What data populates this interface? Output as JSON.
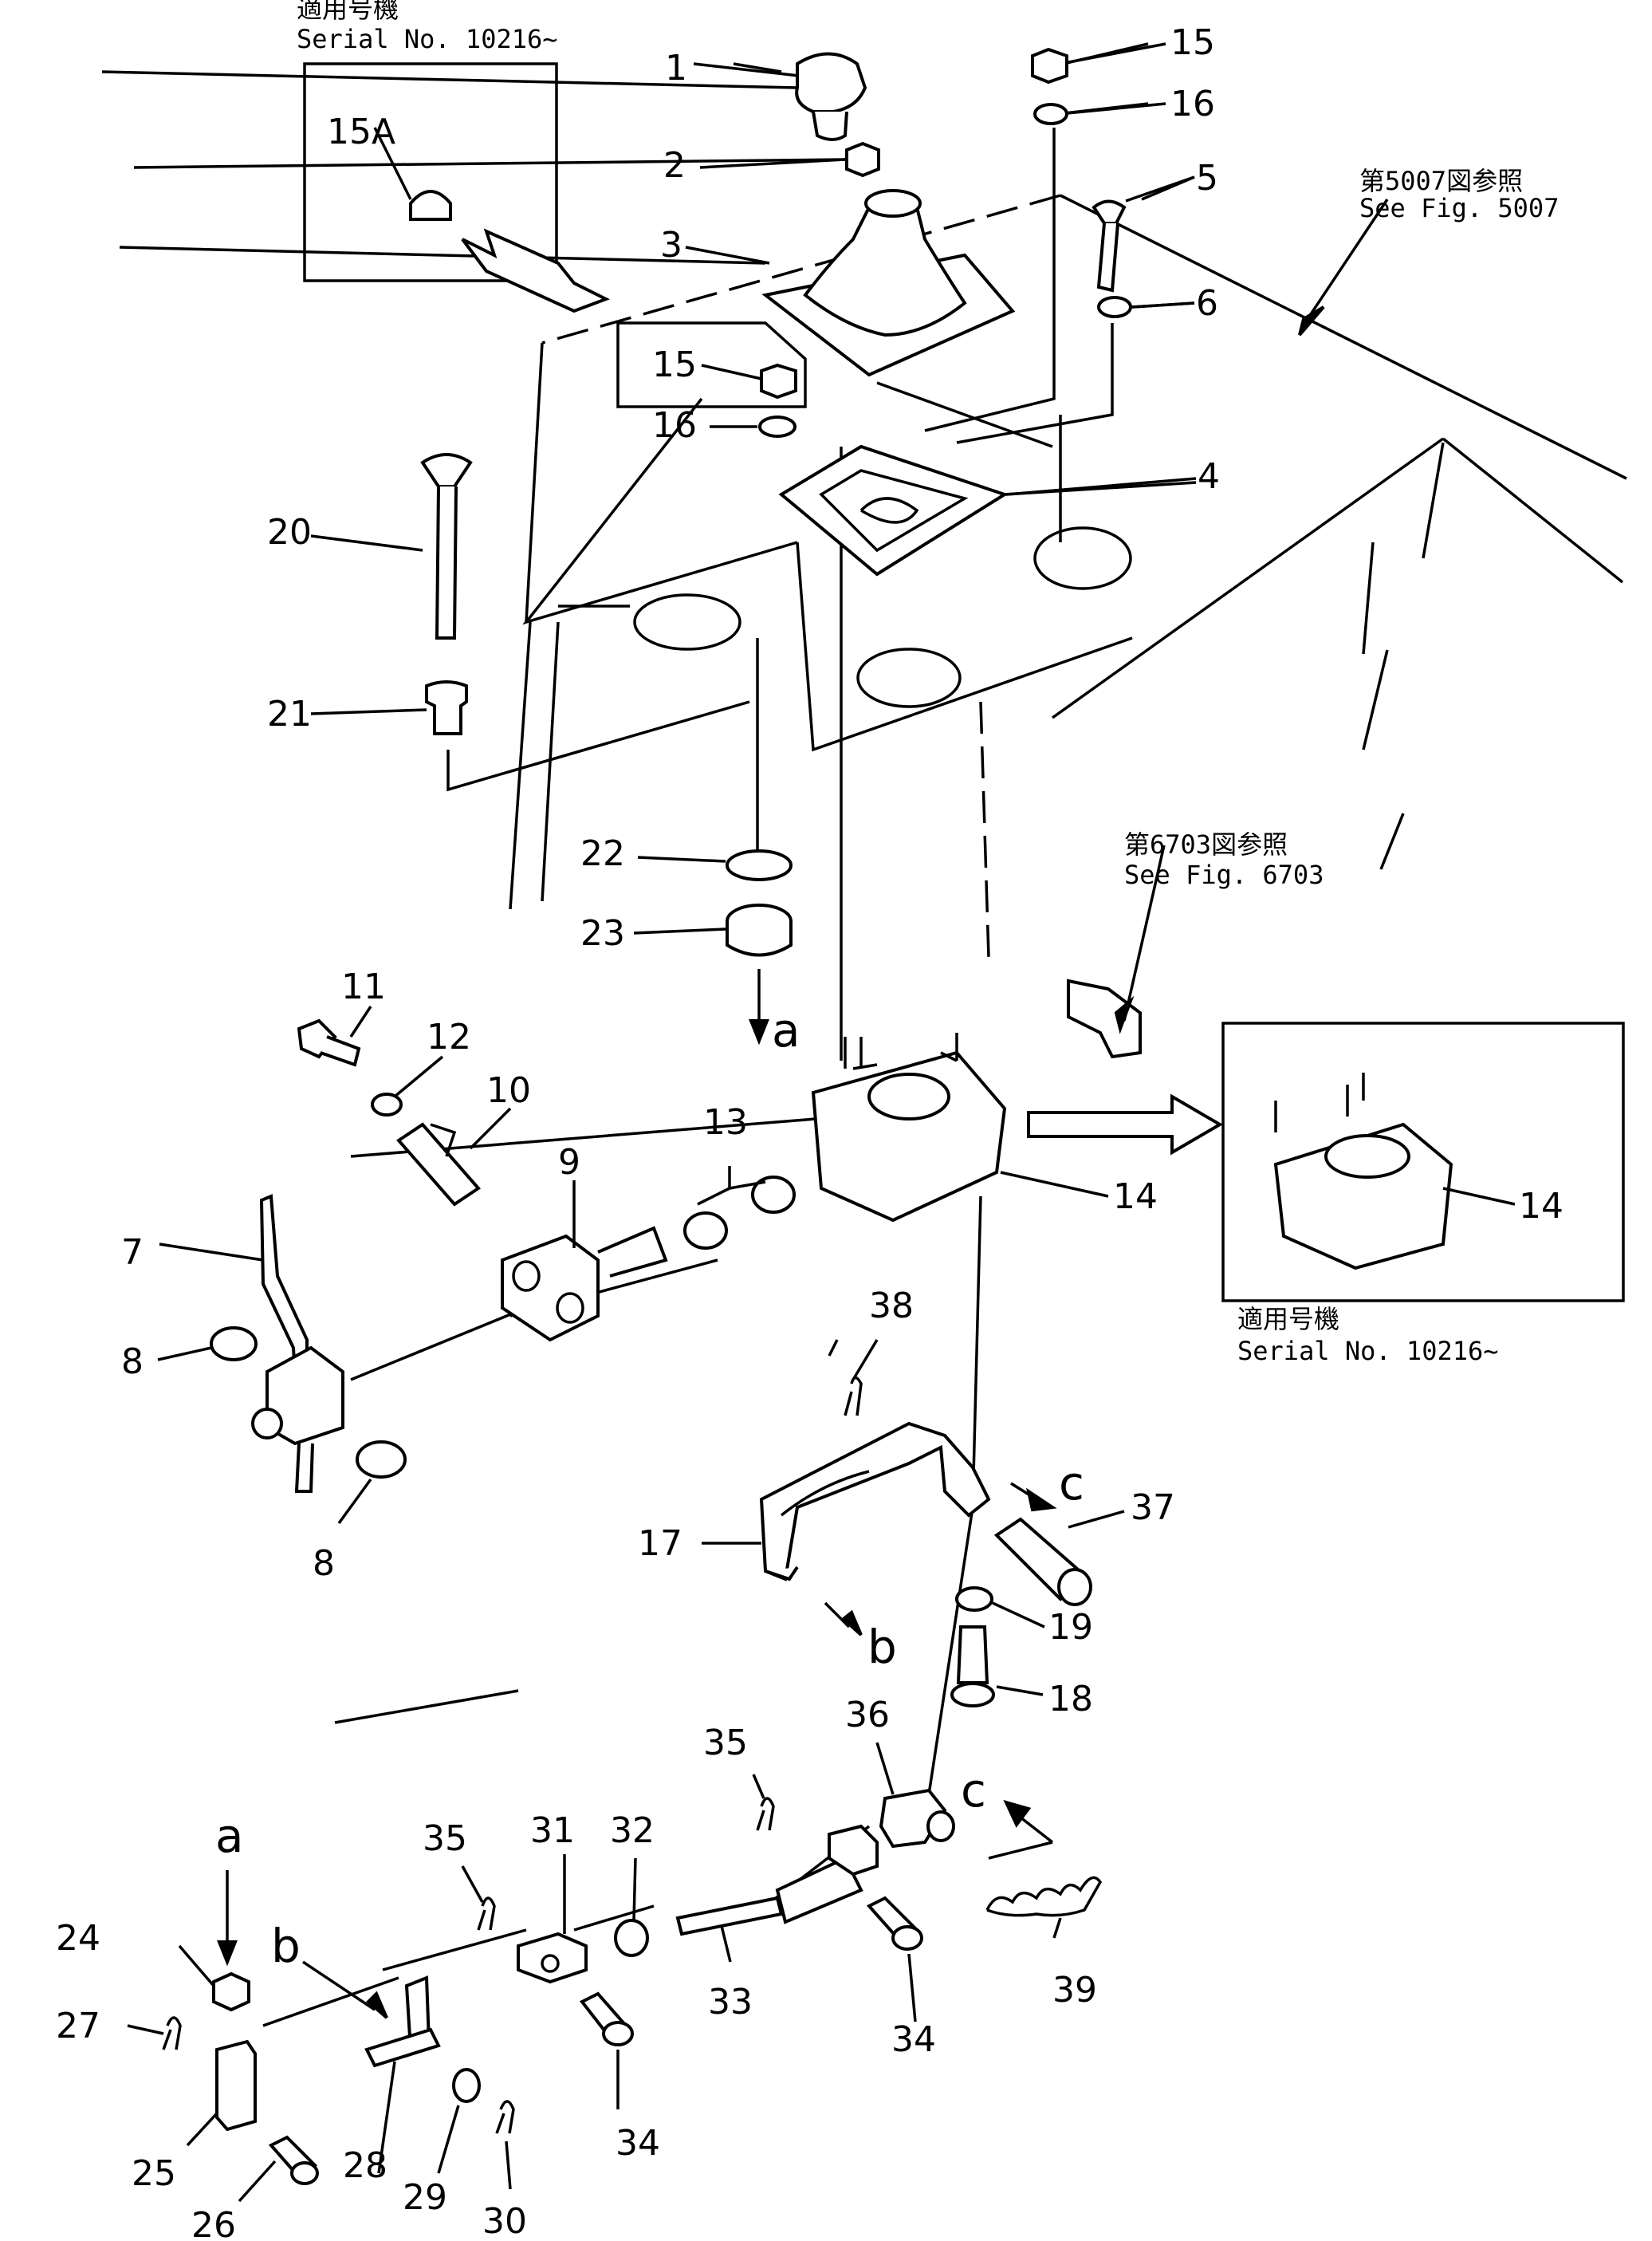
{
  "callouts": {
    "c1": "1",
    "c2": "2",
    "c3": "3",
    "c4": "4",
    "c5": "5",
    "c6": "6",
    "c7": "7",
    "c8a": "8",
    "c8b": "8",
    "c9": "9",
    "c10": "10",
    "c11": "11",
    "c12": "12",
    "c13": "13",
    "c14a": "14",
    "c14b": "14",
    "c15a": "15",
    "c15b": "15",
    "c15A": "15A",
    "c16a": "16",
    "c16b": "16",
    "c17": "17",
    "c18": "18",
    "c19": "19",
    "c20": "20",
    "c21": "21",
    "c22": "22",
    "c23": "23",
    "c24": "24",
    "c25": "25",
    "c26": "26",
    "c27": "27",
    "c28": "28",
    "c29": "29",
    "c30": "30",
    "c31": "31",
    "c32": "32",
    "c33": "33",
    "c34a": "34",
    "c34b": "34",
    "c35a": "35",
    "c35b": "35",
    "c36": "36",
    "c37": "37",
    "c38": "38",
    "c39": "39"
  },
  "connectors": {
    "a_top": "a",
    "a_bottom": "a",
    "b_top": "b",
    "b_bottom": "b",
    "c_top": "c",
    "c_bottom": "c"
  },
  "notes": {
    "serial_jp": "適用号機",
    "serial_en": "Serial  No.  10216~",
    "see5007_jp": "第5007図参照",
    "see5007_en": "See  Fig.  5007",
    "see6703_jp": "第6703図参照",
    "see6703_en": "See  Fig.  6703"
  }
}
